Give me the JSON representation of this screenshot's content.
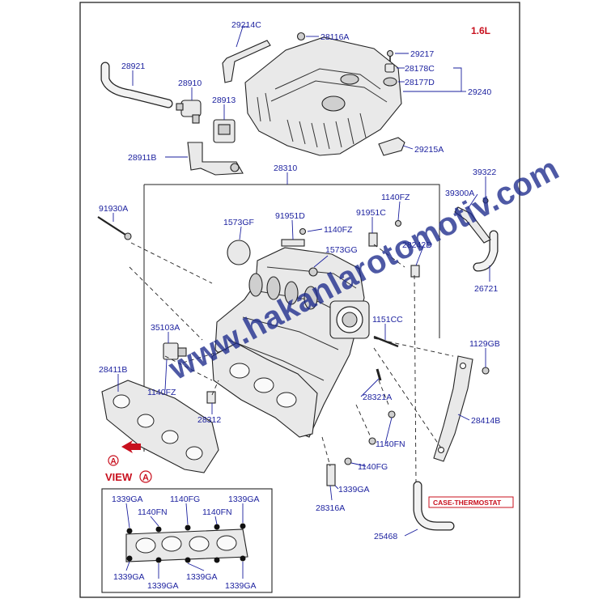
{
  "variant_label": "1.6L",
  "watermark": "www.hakanlarotomotiv.com",
  "view_label": "VIEW",
  "view_marker": "A",
  "case_label": "CASE-THERMOSTAT",
  "colors": {
    "label": "#1a1f9e",
    "accent_red": "#c8101e",
    "watermark": "#1c2a8c"
  },
  "part_labels": {
    "p29214C": "29214C",
    "p28116A": "28116A",
    "p29217": "29217",
    "p28178C": "28178C",
    "p28177D": "28177D",
    "p29240": "29240",
    "p28921": "28921",
    "p28910": "28910",
    "p28913": "28913",
    "p29215A": "29215A",
    "p28911B": "28911B",
    "p28310": "28310",
    "p39322": "39322",
    "p39300A": "39300A",
    "p91930A": "91930A",
    "p1573GF": "1573GF",
    "p91951D": "91951D",
    "p1140FZ_a": "1140FZ",
    "p1140FZ_b": "1140FZ",
    "p91951C": "91951C",
    "p1573GG": "1573GG",
    "p28242D": "28242D",
    "p26721": "26721",
    "p35103A": "35103A",
    "p1151CC": "1151CC",
    "p1129GB": "1129GB",
    "p28411B": "28411B",
    "p1140FZ_c": "1140FZ",
    "p28321A": "28321A",
    "p28312": "28312",
    "p28414B": "28414B",
    "p1140FN_a": "1140FN",
    "p1140FG_a": "1140FG",
    "p1339GA_a": "1339GA",
    "p28316A": "28316A",
    "p25468": "25468"
  },
  "inset_labels": {
    "i1339GA_tl": "1339GA",
    "i1140FG": "1140FG",
    "i1339GA_tr": "1339GA",
    "i1140FN_l": "1140FN",
    "i1140FN_r": "1140FN",
    "i1339GA_bl": "1339GA",
    "i1339GA_bm1": "1339GA",
    "i1339GA_bm2": "1339GA",
    "i1339GA_br": "1339GA"
  }
}
